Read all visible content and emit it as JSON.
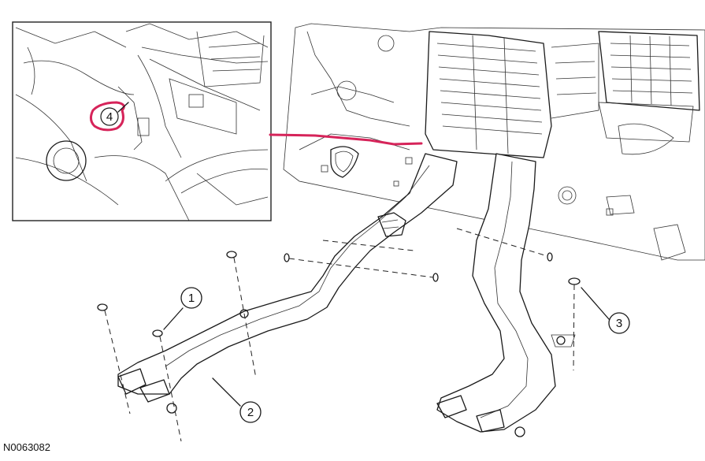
{
  "callouts": [
    {
      "id": "1",
      "label": "1"
    },
    {
      "id": "2",
      "label": "2"
    },
    {
      "id": "3",
      "label": "3"
    },
    {
      "id": "4",
      "label": "4"
    }
  ],
  "reference_code": "N0063082",
  "colors": {
    "highlight": "#d6245a",
    "line": "#1a1a1a",
    "background": "#ffffff"
  }
}
